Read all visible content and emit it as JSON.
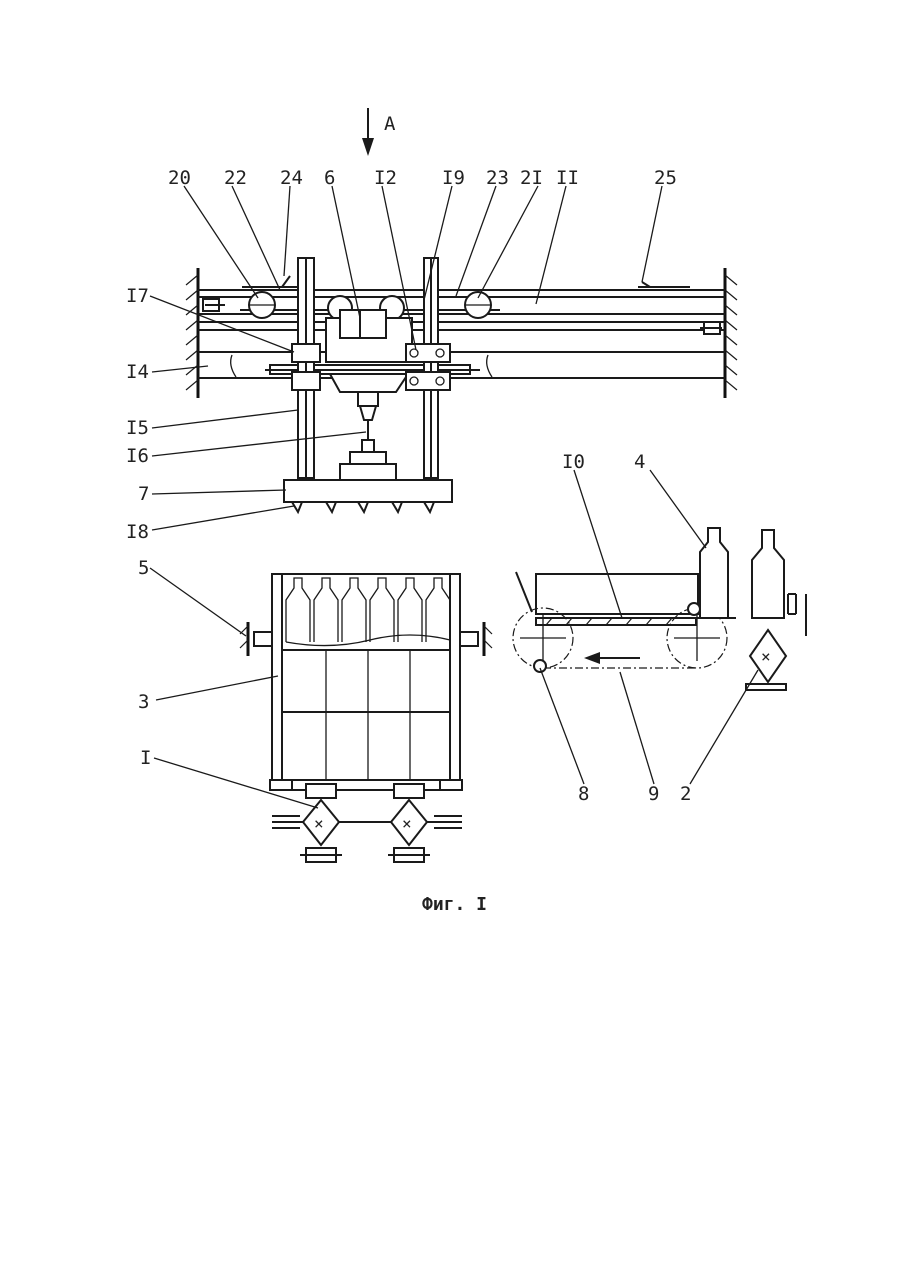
{
  "view_arrow": {
    "label": "A"
  },
  "caption": "Фиг. I",
  "labels": {
    "l20": "20",
    "l22": "22",
    "l24": "24",
    "l6": "6",
    "l12": "I2",
    "l19": "I9",
    "l23": "23",
    "l21": "2I",
    "l11": "II",
    "l25": "25",
    "l17": "I7",
    "l14": "I4",
    "l15": "I5",
    "l16": "I6",
    "l7": "7",
    "l18": "I8",
    "l10": "I0",
    "l4": "4",
    "l5": "5",
    "l3": "3",
    "l1": "I",
    "l8": "8",
    "l9": "9",
    "l2": "2"
  }
}
